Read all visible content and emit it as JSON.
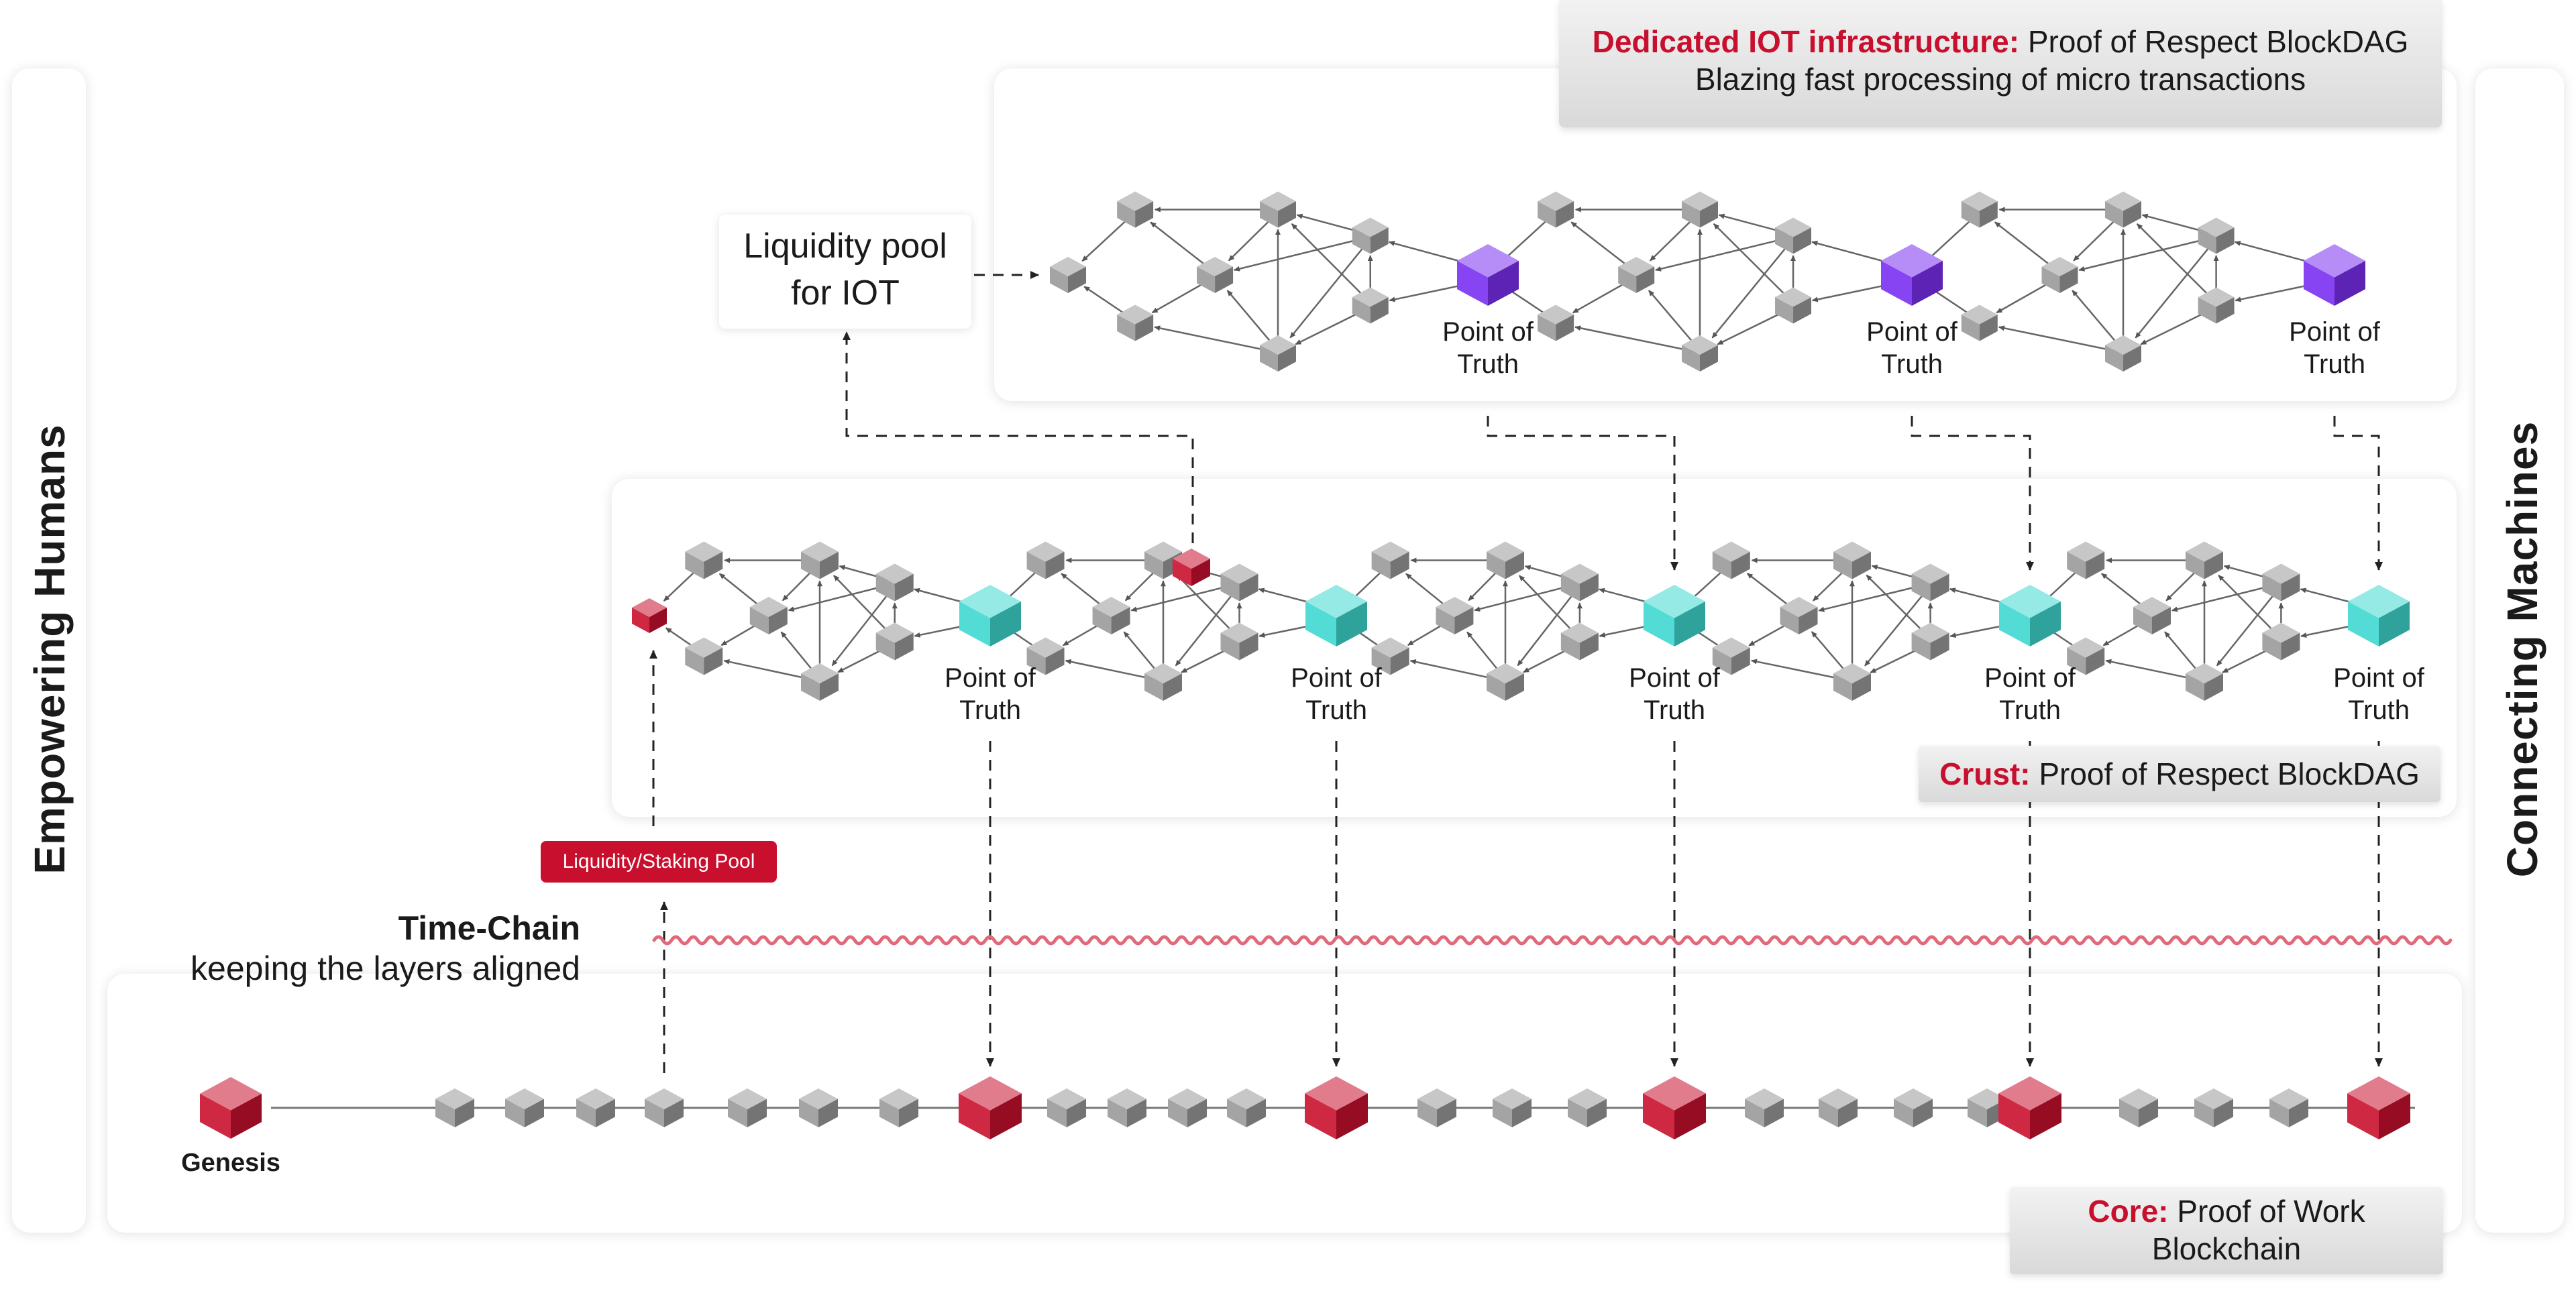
{
  "side_labels": {
    "left": "Empowering Humans",
    "right": "Connecting Machines"
  },
  "iot_label": {
    "accent": "Dedicated IOT infrastructure:",
    "rest": "Proof of Respect BlockDAG",
    "line2": "Blazing fast processing of micro transactions"
  },
  "liquidity_pool_iot": {
    "line1": "Liquidity pool",
    "line2": "for IOT"
  },
  "crust_label": {
    "accent": "Crust:",
    "rest": "Proof of Respect BlockDAG"
  },
  "staking_pool": "Liquidity/Staking Pool",
  "time_chain": {
    "title": "Time-Chain",
    "subtitle": "keeping the layers aligned"
  },
  "core_label": {
    "accent": "Core:",
    "rest": "Proof of Work",
    "line2": "Blockchain"
  },
  "genesis": "Genesis",
  "point_of_truth": {
    "line1": "Point of",
    "line2": "Truth"
  },
  "colors": {
    "accent": "#c8102e",
    "crust_truth_block": "#3fd8d0",
    "iot_truth_block": "#7a2ff0",
    "regular_block": "#9a9a9a",
    "time_wave": "#e06a7a"
  }
}
